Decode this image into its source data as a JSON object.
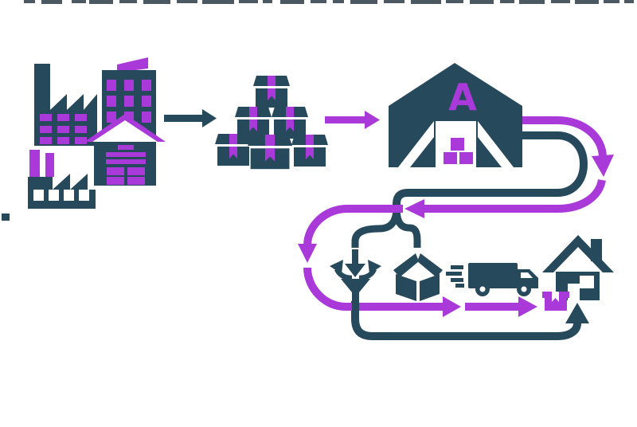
{
  "colors": {
    "teal": "#264a5c",
    "purple": "#a939d9",
    "background": "#ffffff"
  },
  "warehouse": {
    "label": "A"
  },
  "icons": {
    "source": "factory-cluster-icon",
    "flow1": "arrow-right-teal-icon",
    "inventory": "boxes-pyramid-icon",
    "flow2": "arrow-right-purple-icon",
    "fulfillment_center": "warehouse-icon",
    "route_out": "loop-path-purple",
    "route_in": "loop-path-teal",
    "split": "split-connector",
    "sorting": "sort-funnel-icon",
    "packing": "open-box-icon",
    "delivery": "delivery-truck-icon",
    "parcel": "package-icon",
    "destination": "home-icon",
    "delivered": "arrow-up-teal-icon"
  }
}
